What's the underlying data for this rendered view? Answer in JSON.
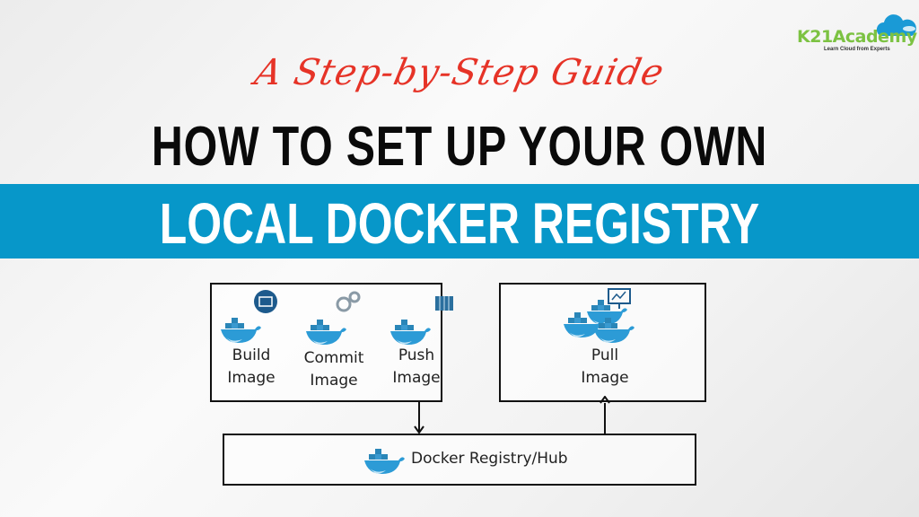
{
  "logo": {
    "name": "K21Academy",
    "tagline": "Learn Cloud from Experts"
  },
  "header": {
    "subtitle": "A Step-by-Step Guide",
    "title_line1": "HOW TO SET UP YOUR OWN",
    "title_line2": "LOCAL DOCKER REGISTRY"
  },
  "diagram": {
    "steps": [
      {
        "line1": "Build",
        "line2": "Image"
      },
      {
        "line1": "Commit",
        "line2": "Image"
      },
      {
        "line1": "Push",
        "line2": "Image"
      }
    ],
    "pull": {
      "line1": "Pull",
      "line2": "Image"
    },
    "registry": "Docker Registry/Hub"
  },
  "colors": {
    "accent": "#0797c9",
    "script": "#e63327",
    "logo_green": "#7cc242"
  }
}
